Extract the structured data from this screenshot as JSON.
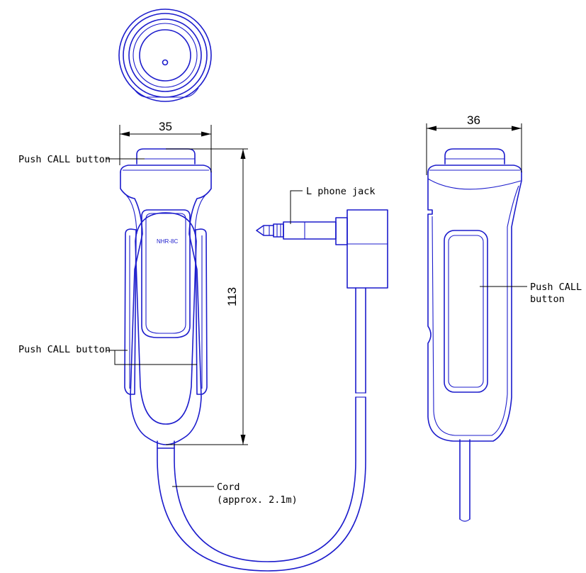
{
  "colors": {
    "outline": "#1c1ccc",
    "dimension": "#000000"
  },
  "model_label": "NHR-8C",
  "dimensions": {
    "width_front": "35",
    "width_side": "36",
    "height": "113"
  },
  "labels": {
    "push_call_top": "Push CALL button",
    "push_call_left": "Push CALL button",
    "push_call_right_line1": "Push CALL",
    "push_call_right_line2": "button",
    "phone_jack": "L phone jack",
    "cord_line1": "Cord",
    "cord_line2": "(approx. 2.1m)"
  }
}
